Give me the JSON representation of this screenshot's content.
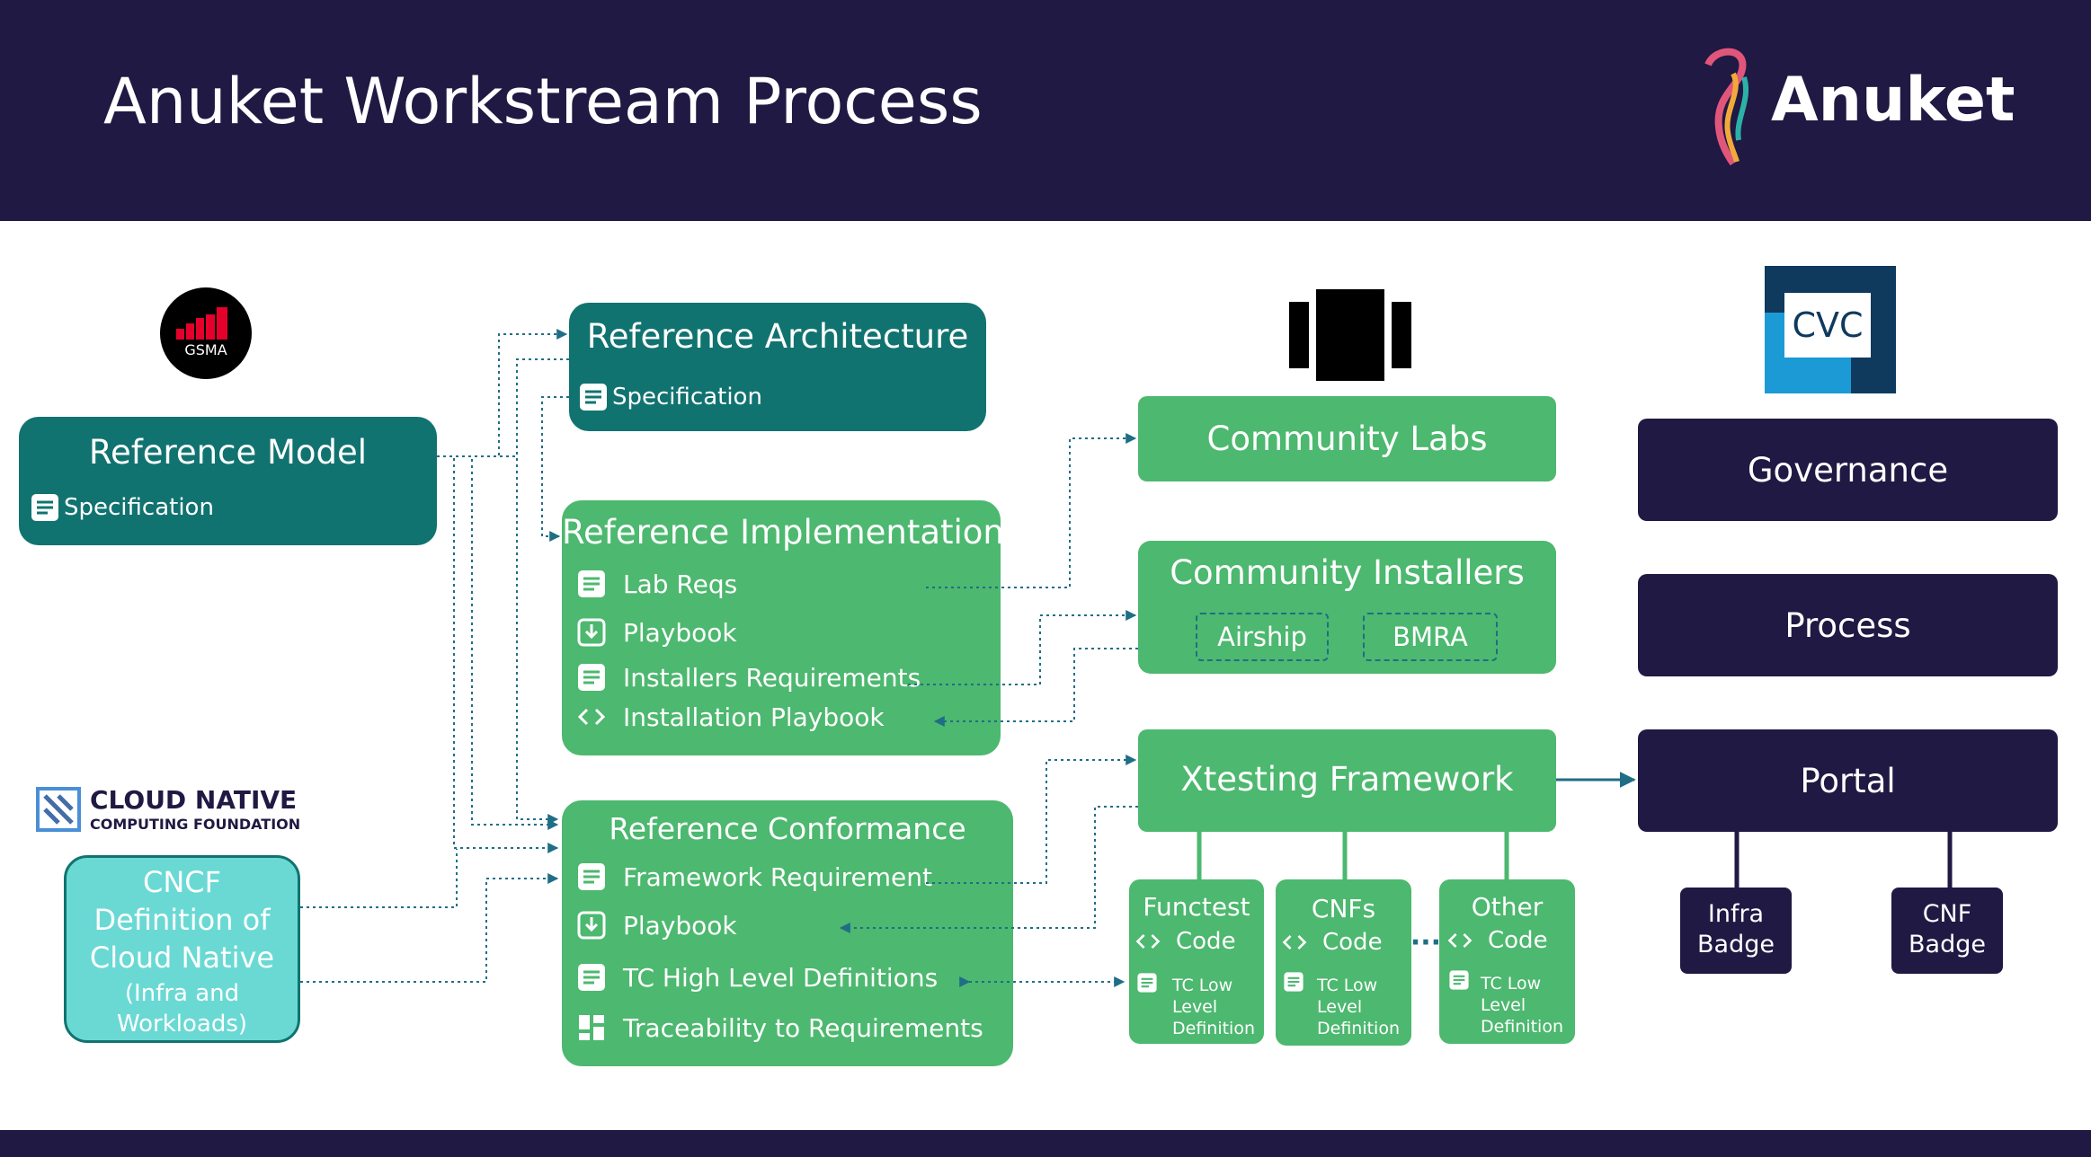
{
  "header": {
    "title": "Anuket Workstream Process",
    "logo_text": "Anuket"
  },
  "logos": {
    "gsma": "GSMA",
    "cncf_line1": "CLOUD NATIVE",
    "cncf_line2": "COMPUTING FOUNDATION",
    "cvc": "CVC"
  },
  "reference_model": {
    "title": "Reference Model",
    "item": "Specification"
  },
  "reference_architecture": {
    "title": "Reference Architecture",
    "item": "Specification"
  },
  "reference_implementation": {
    "title": "Reference Implementation",
    "items": [
      "Lab Reqs",
      "Playbook",
      "Installers Requirements",
      "Installation Playbook"
    ]
  },
  "reference_conformance": {
    "title": "Reference Conformance",
    "items": [
      "Framework Requirement",
      "Playbook",
      "TC High Level Definitions",
      "Traceability to Requirements"
    ]
  },
  "cncf_box": {
    "line1": "CNCF",
    "line2": "Definition of",
    "line3": "Cloud Native",
    "line4": "(Infra and",
    "line5": "Workloads)"
  },
  "community_labs": {
    "title": "Community  Labs"
  },
  "community_installers": {
    "title": "Community Installers",
    "airship": "Airship",
    "bmra": "BMRA"
  },
  "xtesting": {
    "title": "Xtesting Framework"
  },
  "sub_boxes": [
    {
      "title": "Functest",
      "code": "Code",
      "desc": "TC Low Level Definition"
    },
    {
      "title": "CNFs",
      "code": "Code",
      "desc": "TC Low Level Definition"
    },
    {
      "title": "Other",
      "code": "Code",
      "desc": "TC Low Level Definition"
    }
  ],
  "ellipsis": "···",
  "governance": {
    "title": "Governance"
  },
  "process": {
    "title": "Process"
  },
  "portal": {
    "title": "Portal"
  },
  "infra_badge": {
    "line1": "Infra",
    "line2": "Badge"
  },
  "cnf_badge": {
    "line1": "CNF",
    "line2": "Badge"
  },
  "colors": {
    "navy": "#1f1943",
    "teal": "#117370",
    "green": "#4db86f",
    "cyan": "#6ad9d4",
    "cvc_blue": "#1b9ad6",
    "gsma_red": "#e4002b"
  }
}
